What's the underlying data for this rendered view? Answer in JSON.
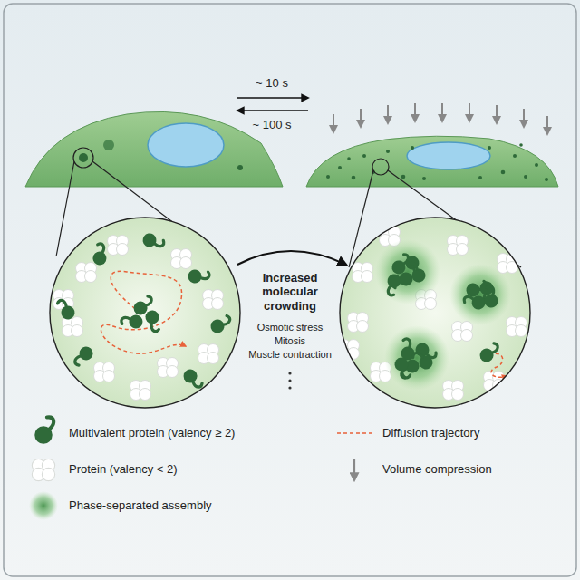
{
  "diagram": {
    "labels": [
      "~ 10 s",
      "~ 100 s",
      "Increased molecular crowding",
      "Osmotic stress",
      "Mitosis",
      "Muscle contraction"
    ],
    "legend": [
      {
        "text": "Multivalent protein (valency ≥ 2)"
      },
      {
        "text": "Protein (valency < 2)"
      },
      {
        "text": "Phase-separated assembly"
      },
      {
        "text": "Diffusion trajectory"
      },
      {
        "text": "Volume compression"
      }
    ]
  }
}
